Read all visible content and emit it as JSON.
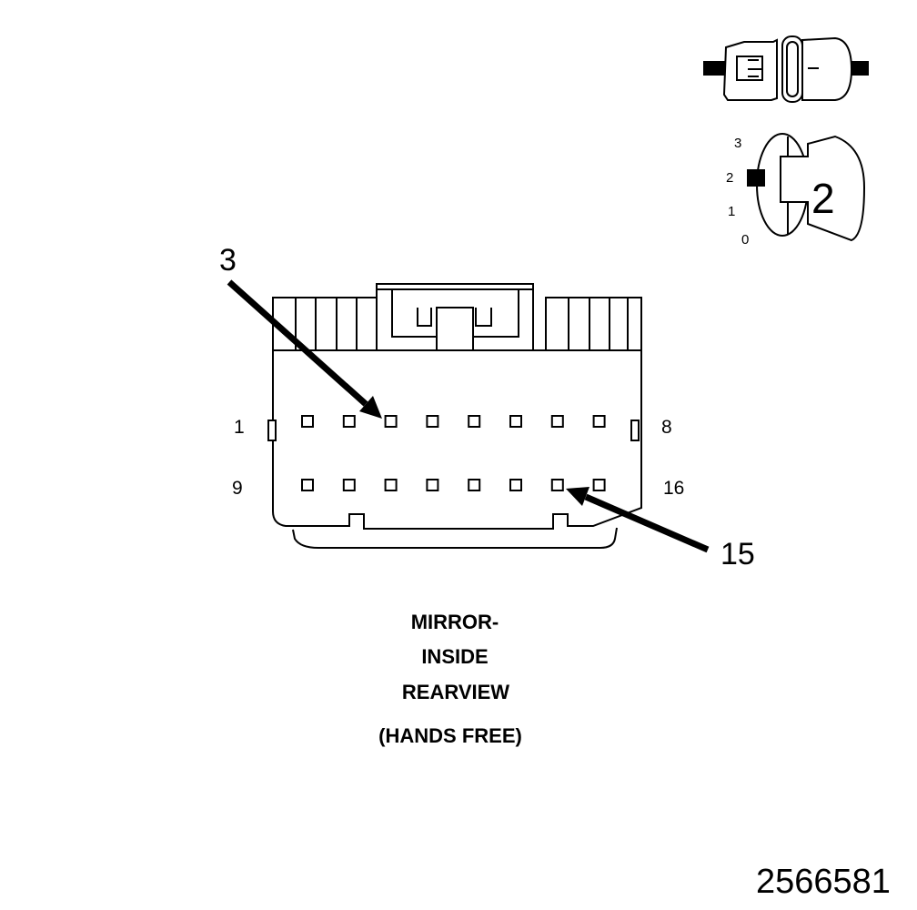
{
  "connector": {
    "cavities_per_row": 8,
    "row1_first_pin": "1",
    "row1_last_pin": "8",
    "row2_first_pin": "9",
    "row2_last_pin": "16"
  },
  "callouts": [
    {
      "label": "3"
    },
    {
      "label": "15"
    }
  ],
  "position_indicator": {
    "ticks": [
      "3",
      "2",
      "1",
      "0"
    ],
    "selected": "2"
  },
  "caption": {
    "line1": "MIRROR-",
    "line2": "INSIDE",
    "line3": "REARVIEW",
    "line4": "(HANDS FREE)"
  },
  "figure_id": "2566581"
}
